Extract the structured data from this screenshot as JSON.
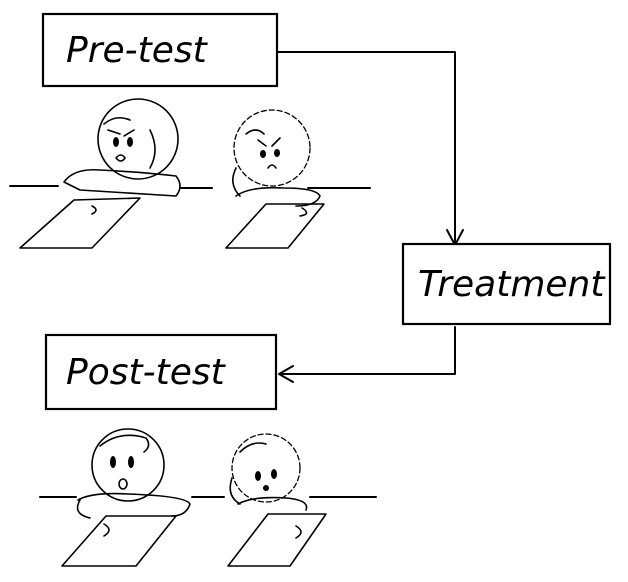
{
  "boxes": {
    "pretest": "Pre-test",
    "treatment": "Treatment",
    "posttest": "Post-test"
  },
  "colors": {
    "ink": "#000000",
    "paper": "#ffffff"
  }
}
